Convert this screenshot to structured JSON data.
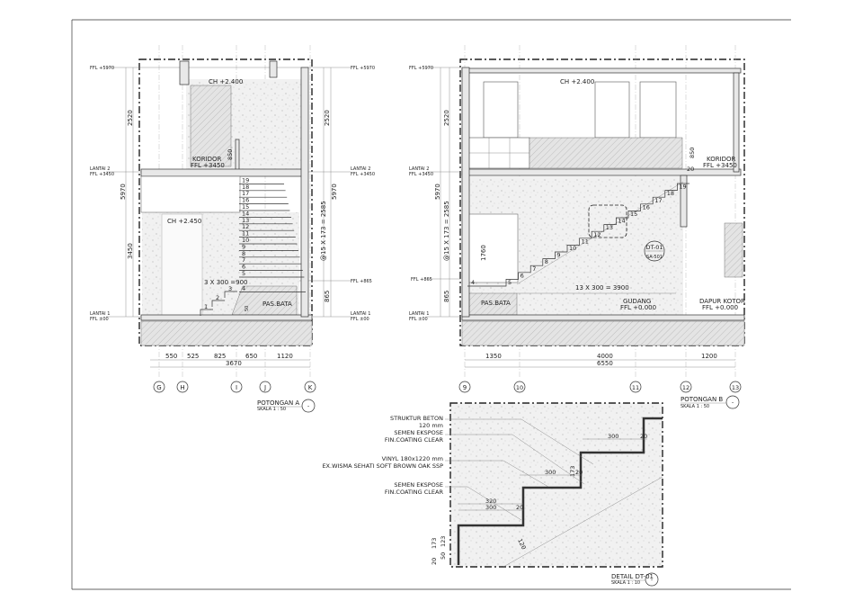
{
  "section_a": {
    "title": "POTONGAN A",
    "scale": "SKALA 1 : 50",
    "marker": "-",
    "levels": {
      "top": "FFL +5970",
      "lantai2_name": "LANTAI 2",
      "lantai2_ffl": "FFL +3450",
      "mid": "FFL +865",
      "lantai1_name": "LANTAI 1",
      "lantai1_ffl": "FFL ±00"
    },
    "ceiling_upper": "CH +2.400",
    "ceiling_lower": "CH +2.450",
    "room_upper": "KORIDOR",
    "room_upper_ffl": "FFL +3450",
    "railing_height": "850",
    "infill": "PAS.BATA",
    "step_run": "3 X 300 =900",
    "small_dim": "50",
    "vertical_dims": {
      "upper": "2520",
      "total": "5970",
      "lower": "3450",
      "riser": "@15 X 173 = 2585",
      "base": "865"
    },
    "stair_numbers": [
      "1",
      "2",
      "3",
      "4",
      "5",
      "6",
      "7",
      "8",
      "9",
      "10",
      "11",
      "12",
      "13",
      "14",
      "15",
      "16",
      "17",
      "18",
      "19"
    ],
    "horizontal_dims": [
      "550",
      "525",
      "825",
      "650",
      "1120"
    ],
    "total_width": "3670",
    "grid": [
      "G",
      "H",
      "I",
      "J",
      "K"
    ]
  },
  "section_b": {
    "title": "POTONGAN B",
    "scale": "SKALA 1 : 50",
    "marker": "-",
    "levels": {
      "top": "FFL +5970",
      "lantai2_name": "LANTAI 2",
      "lantai2_ffl": "FFL +3450",
      "mid": "FFL +865",
      "lantai1_name": "LANTAI 1",
      "lantai1_ffl": "FFL ±00"
    },
    "ceiling": "CH +2.400",
    "room_upper": "KORIDOR",
    "room_upper_ffl": "FFL +3450",
    "railing_height": "850",
    "railing_gap": "20",
    "door_height": "1760",
    "infill": "PAS.BATA",
    "run": "13 X 300 = 3900",
    "room_gudang": "GUDANG",
    "room_gudang_ffl": "FFL +0.000",
    "room_dapur": "DAPUR KOTOR",
    "room_dapur_ffl": "FFL +0.000",
    "detail_tag": "DT-01",
    "detail_sheet": "SA-501",
    "vertical_dims": {
      "upper": "2520",
      "total": "5970",
      "riser": "@15 X 173 = 2585",
      "base": "865"
    },
    "stair_numbers": [
      "4",
      "5",
      "6",
      "7",
      "8",
      "9",
      "10",
      "11",
      "12",
      "13",
      "14",
      "15",
      "16",
      "17",
      "18",
      "19"
    ],
    "horizontal_dims": [
      "1350",
      "4000",
      "1200"
    ],
    "total_width": "6550",
    "grid": [
      "9",
      "10",
      "11",
      "12",
      "13"
    ]
  },
  "detail": {
    "title": "DETAIL DT-01",
    "scale": "SKALA 1 : 10",
    "marker": "-",
    "notes": [
      {
        "line1": "STRUKTUR BETON",
        "line2": "120 mm"
      },
      {
        "line1": "SEMEN EKSPOSE",
        "line2": "FIN.COATING CLEAR"
      },
      {
        "line1": "VINYL 180x1220 mm",
        "line2": "EX.WISMA SEHATI SOFT BROWN OAK SSP"
      },
      {
        "line1": "SEMEN EKSPOSE",
        "line2": "FIN.COATING CLEAR"
      }
    ],
    "dims": {
      "tread": "300",
      "tread2": "300",
      "tread3": "300",
      "nosing": "320",
      "finish": "20",
      "riser": "173",
      "riser_inner": "123",
      "base": "50",
      "slab": "120"
    }
  }
}
